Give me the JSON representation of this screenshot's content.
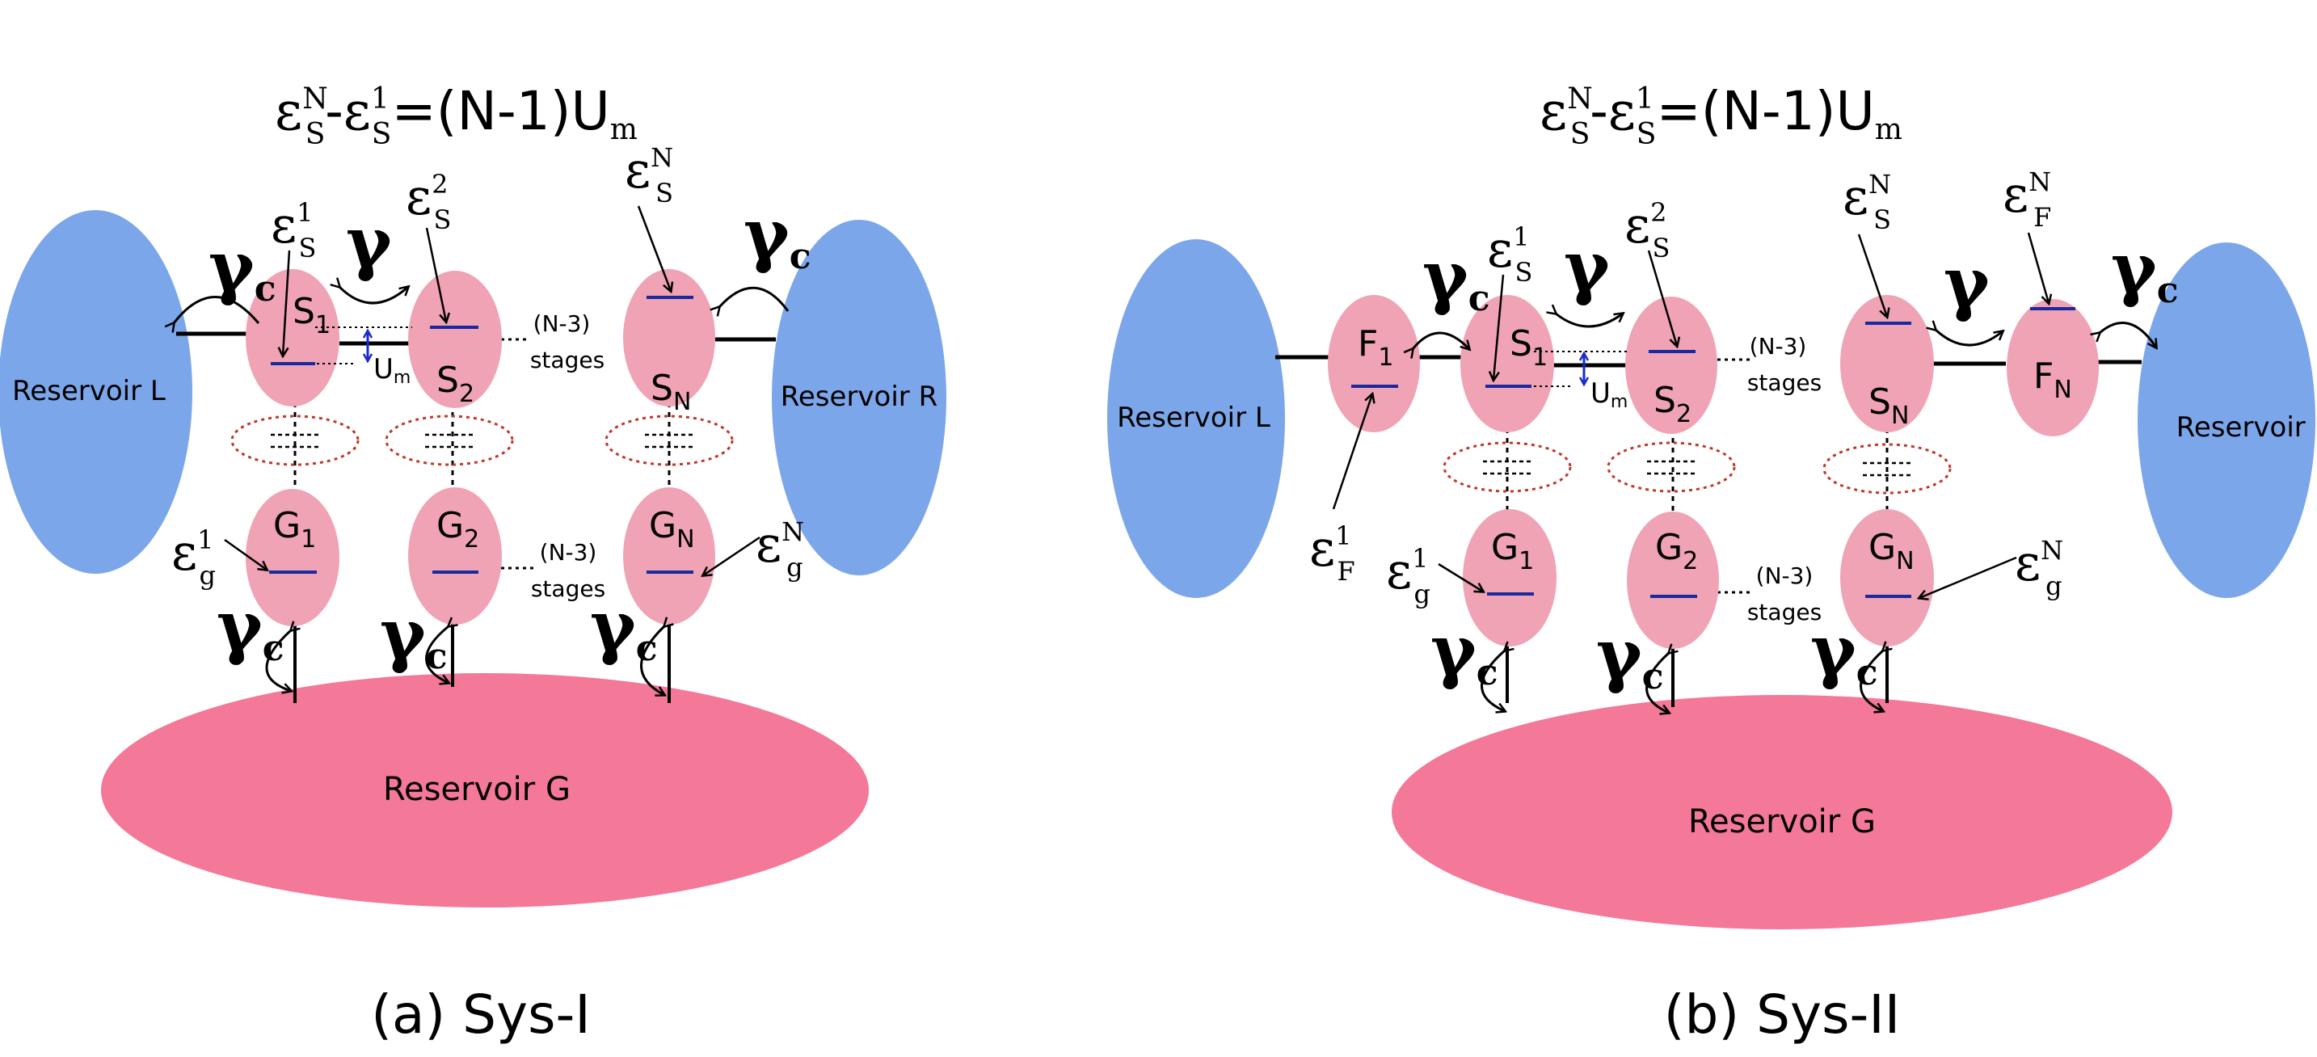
{
  "colors": {
    "reservoir_side": "#7ca6ea",
    "reservoir_gate": "#f47898",
    "dot": "#efa3b4",
    "level": "#1a2a9e",
    "interaction": "#c0392b",
    "arrow_um": "#1a2ad0",
    "line": "#000000"
  },
  "panel_a": {
    "caption": "(a) Sys-I",
    "formula": {
      "eps1": "ε",
      "sup1": "N",
      "sub1": "S",
      "minus": "-",
      "eps2": "ε",
      "sup2": "1",
      "sub2": "S",
      "rhs": "=(N-1)U",
      "rhs_sub": "m"
    },
    "reservoir_l": "Reservoir L",
    "reservoir_r": "Reservoir R",
    "reservoir_g": "Reservoir G",
    "dots": {
      "s1": {
        "main": "S",
        "sub": "1"
      },
      "s2": {
        "main": "S",
        "sub": "2"
      },
      "sn": {
        "main": "S",
        "sub": "N"
      },
      "g1": {
        "main": "G",
        "sub": "1"
      },
      "g2": {
        "main": "G",
        "sub": "2"
      },
      "gn": {
        "main": "G",
        "sub": "N"
      }
    },
    "energies": {
      "es1": {
        "eps": "ε",
        "sup": "1",
        "sub": "S"
      },
      "es2": {
        "eps": "ε",
        "sup": "2",
        "sub": "S"
      },
      "esn": {
        "eps": "ε",
        "sup": "N",
        "sub": "S"
      },
      "eg1": {
        "eps": "ε",
        "sup": "1",
        "sub": "g"
      },
      "egn": {
        "eps": "ε",
        "sup": "N",
        "sub": "g"
      }
    },
    "gamma": "γ",
    "gamma_c": "γ",
    "gamma_c_sub": "c",
    "um": "U",
    "um_sub": "m",
    "stages_top": {
      "n": "(N-3)",
      "word": "stages"
    },
    "stages_bottom": {
      "n": "(N-3)",
      "word": "stages"
    }
  },
  "panel_b": {
    "caption": "(b) Sys-II",
    "formula": {
      "eps1": "ε",
      "sup1": "N",
      "sub1": "S",
      "minus": "-",
      "eps2": "ε",
      "sup2": "1",
      "sub2": "S",
      "rhs": "=(N-1)U",
      "rhs_sub": "m"
    },
    "reservoir_l": "Reservoir L",
    "reservoir_r": "Reservoir R",
    "reservoir_g": "Reservoir G",
    "dots": {
      "f1": {
        "main": "F",
        "sub": "1"
      },
      "s1": {
        "main": "S",
        "sub": "1"
      },
      "s2": {
        "main": "S",
        "sub": "2"
      },
      "sn": {
        "main": "S",
        "sub": "N"
      },
      "fn": {
        "main": "F",
        "sub": "N"
      },
      "g1": {
        "main": "G",
        "sub": "1"
      },
      "g2": {
        "main": "G",
        "sub": "2"
      },
      "gn": {
        "main": "G",
        "sub": "N"
      }
    },
    "energies": {
      "ef1": {
        "eps": "ε",
        "sup": "1",
        "sub": "F"
      },
      "es1": {
        "eps": "ε",
        "sup": "1",
        "sub": "S"
      },
      "es2": {
        "eps": "ε",
        "sup": "2",
        "sub": "S"
      },
      "esn": {
        "eps": "ε",
        "sup": "N",
        "sub": "S"
      },
      "efn": {
        "eps": "ε",
        "sup": "N",
        "sub": "F"
      },
      "eg1": {
        "eps": "ε",
        "sup": "1",
        "sub": "g"
      },
      "egn": {
        "eps": "ε",
        "sup": "N",
        "sub": "g"
      }
    },
    "gamma": "γ",
    "gamma_c": "γ",
    "gamma_c_sub": "c",
    "um": "U",
    "um_sub": "m",
    "stages_top": {
      "n": "(N-3)",
      "word": "stages"
    },
    "stages_bottom": {
      "n": "(N-3)",
      "word": "stages"
    }
  }
}
